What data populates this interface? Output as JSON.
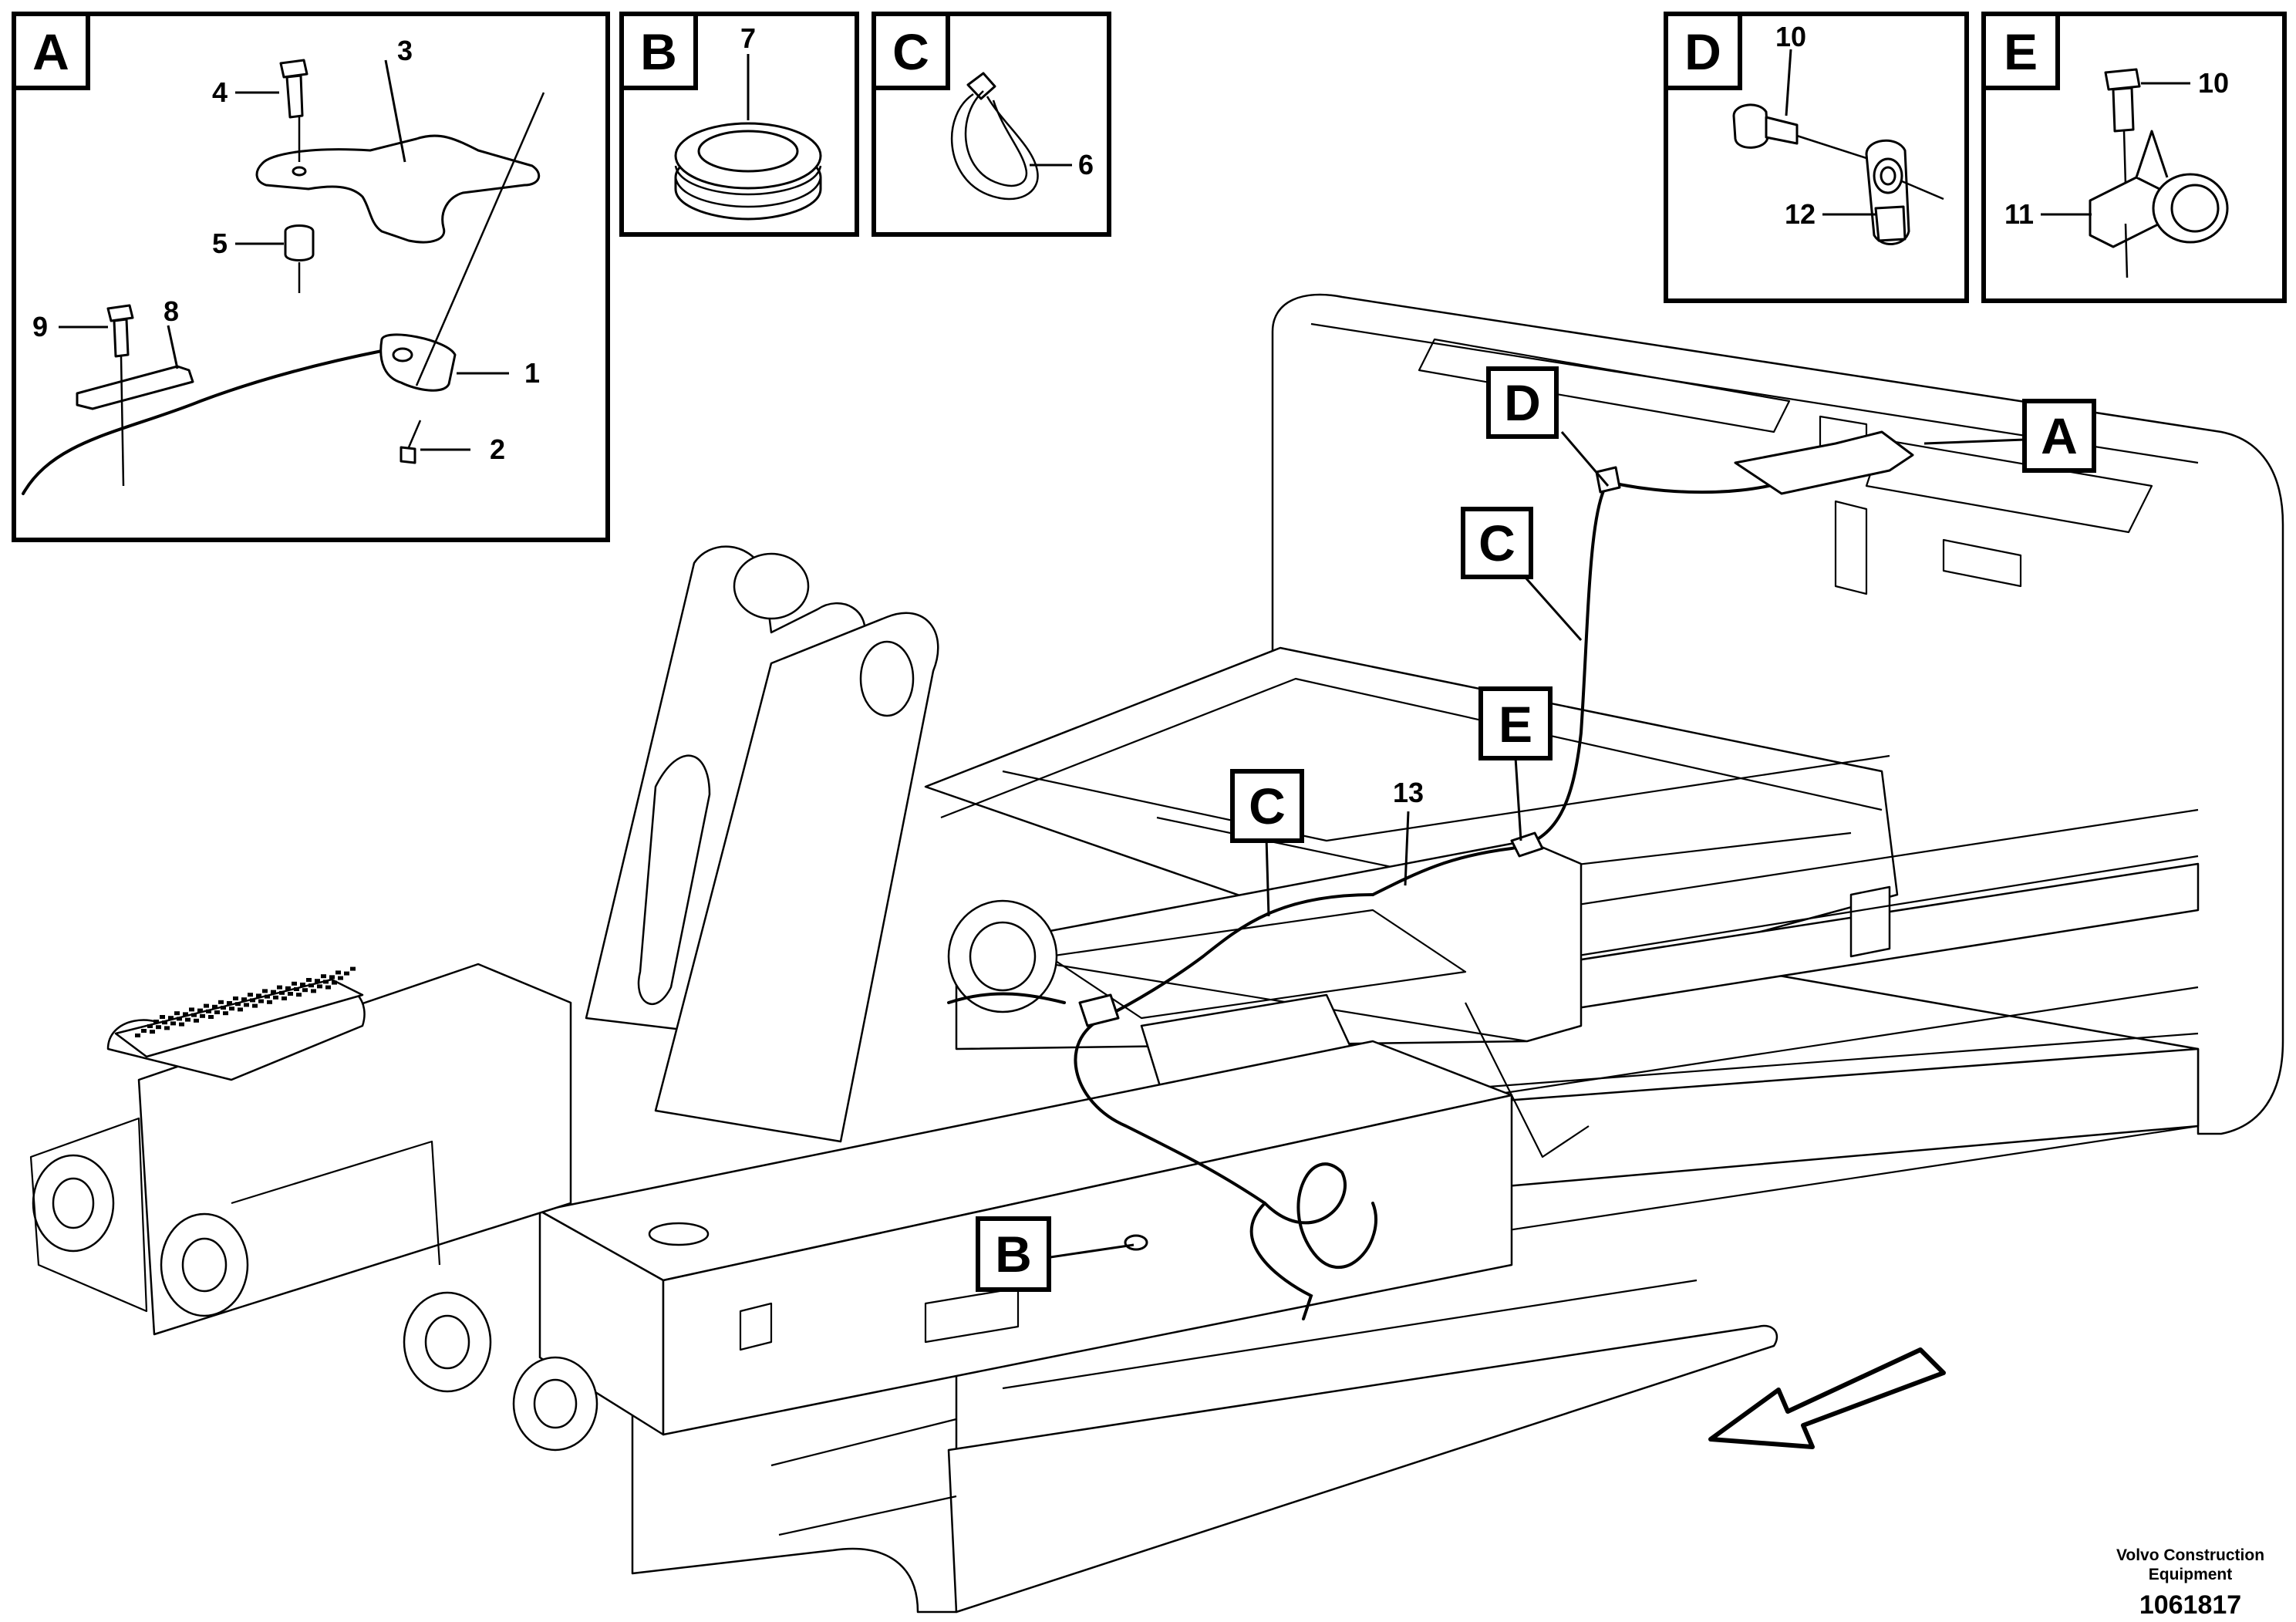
{
  "detail_panels": [
    {
      "tag": "A",
      "callouts": [
        "1",
        "2",
        "3",
        "4",
        "5",
        "8",
        "9"
      ]
    },
    {
      "tag": "B",
      "callouts": [
        "7"
      ]
    },
    {
      "tag": "C",
      "callouts": [
        "6"
      ]
    },
    {
      "tag": "D",
      "callouts": [
        "10",
        "12"
      ]
    },
    {
      "tag": "E",
      "callouts": [
        "10",
        "11"
      ]
    }
  ],
  "main_tags": {
    "D": "D",
    "A": "A",
    "C_upper": "C",
    "E": "E",
    "C_lower": "C",
    "B": "B"
  },
  "main_callouts": {
    "cable": "13"
  },
  "footer": {
    "credit_line1": "Volvo Construction",
    "credit_line2": "Equipment",
    "figure_number": "1061817"
  },
  "icons": [
    "direction-arrow-icon"
  ],
  "colors": {
    "ink": "#000000",
    "paper": "#ffffff"
  }
}
